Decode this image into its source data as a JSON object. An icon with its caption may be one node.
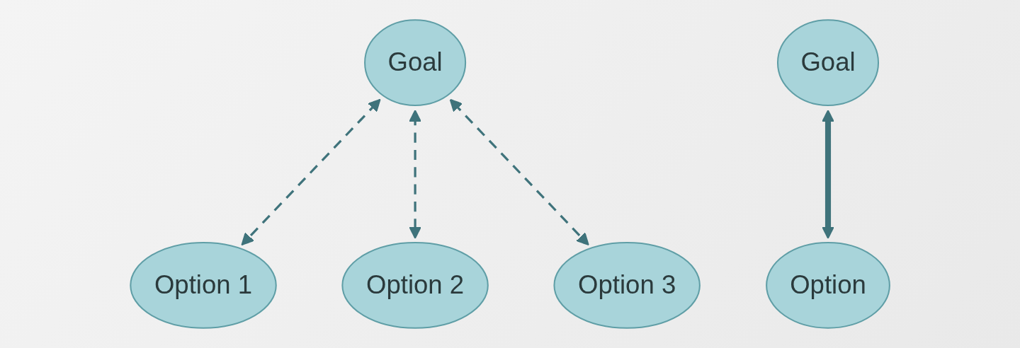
{
  "diagram": {
    "nodes": [
      {
        "text": [
          "Goal"
        ]
      },
      {
        "text": [
          "Option 1"
        ]
      },
      {
        "text": [
          "Option 2"
        ]
      },
      {
        "text": [
          "Option 3"
        ]
      },
      {
        "text": [
          "Goal"
        ]
      },
      {
        "text": [
          "Option"
        ]
      }
    ],
    "edges": [
      {
        "from": 0,
        "to": 1,
        "arrow": "both",
        "style": "dashed"
      },
      {
        "from": 0,
        "to": 2,
        "arrow": "both",
        "style": "dashed"
      },
      {
        "from": 0,
        "to": 3,
        "arrow": "both",
        "style": "dashed"
      },
      {
        "from": 4,
        "to": 5,
        "arrow": "both",
        "style": "thick"
      }
    ]
  }
}
